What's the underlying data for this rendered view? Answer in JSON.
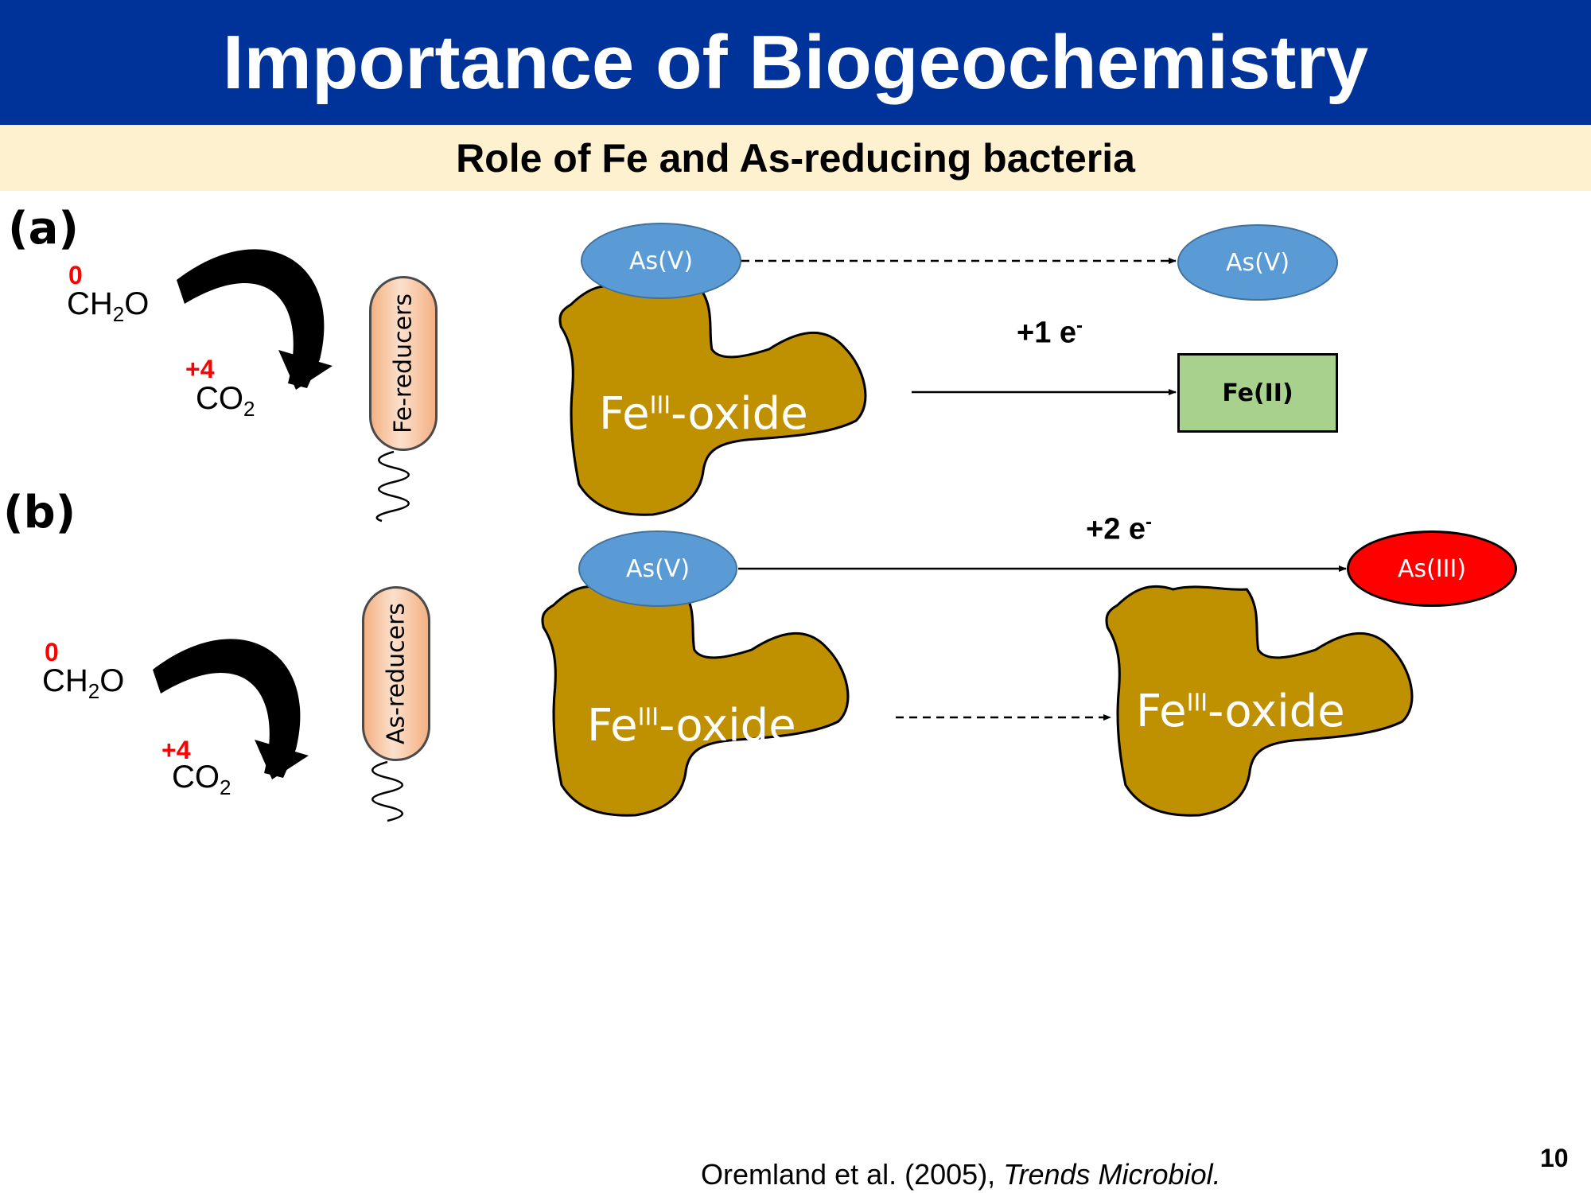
{
  "slide": {
    "title": "Importance of Biogeochemistry",
    "subtitle": "Role of Fe and As-reducing bacteria",
    "page_number": "10"
  },
  "panel_a": {
    "label": "(a)",
    "ch2o": {
      "ox_state": "0",
      "base": "CH",
      "sub": "2",
      "tail": "O"
    },
    "co2": {
      "ox_state": "+4",
      "base": "CO",
      "sub": "2"
    },
    "bacterium": "Fe-reducers",
    "arsenic_left": "As(V)",
    "arsenic_right": "As(V)",
    "electrons": {
      "base": "+1 e",
      "sup": "-"
    },
    "oxide": {
      "base": "Fe",
      "sup": "III",
      "tail": "-oxide"
    },
    "product": "Fe(II)"
  },
  "panel_b": {
    "label": "(b)",
    "ch2o": {
      "ox_state": "0",
      "base": "CH",
      "sub": "2",
      "tail": "O"
    },
    "co2": {
      "ox_state": "+4",
      "base": "CO",
      "sub": "2"
    },
    "bacterium": "As-reducers",
    "arsenic_left": "As(V)",
    "arsenic_right": "As(III)",
    "electrons": {
      "base": "+2 e",
      "sup": "-"
    },
    "oxide_left": {
      "base": "Fe",
      "sup": "III",
      "tail": "-oxide"
    },
    "oxide_right": {
      "base": "Fe",
      "sup": "III",
      "tail": "-oxide"
    }
  },
  "citation": {
    "authors": "Oremland et al. (2005), ",
    "journal": "Trends Microbiol."
  },
  "colors": {
    "title_bg": "#003399",
    "subtitle_bg": "#fdf1d0",
    "oxide": "#bf9000",
    "arsenate": "#5b9bd5",
    "arsenite": "#ff0000",
    "feii": "#a9d18e",
    "bacterium": "#f4b183"
  }
}
